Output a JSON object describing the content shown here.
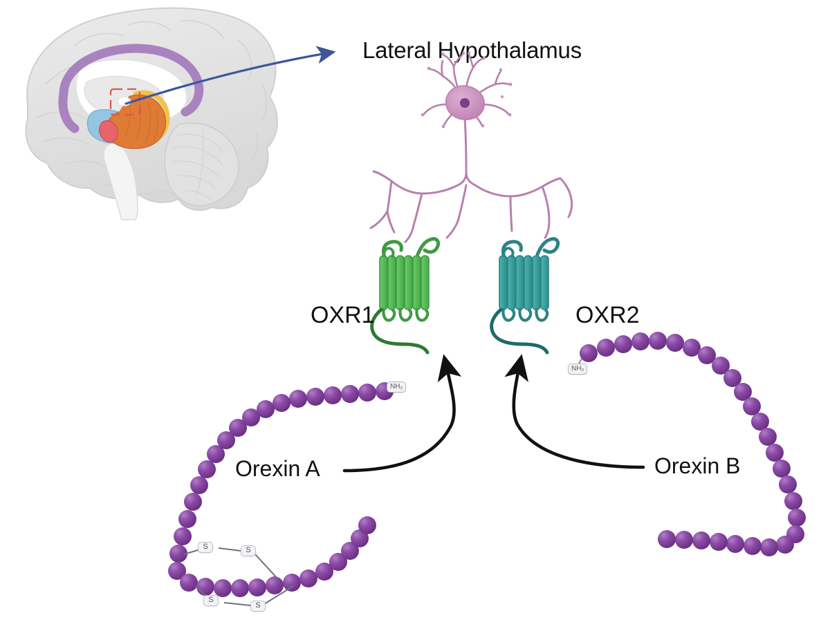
{
  "figure": {
    "title_label": "Lateral Hypothalamus",
    "background_color": "#ffffff"
  },
  "brain_inset": {
    "name": "mid-sagittal-brain-illustration",
    "pointer_label": "Lateral Hypothalamus",
    "pointer_color": "#3d5699",
    "highlight_box_color": "#e0554e",
    "structures": [
      {
        "name": "cortex",
        "color": "#e3e3e4"
      },
      {
        "name": "cingulate-gyrus",
        "color": "#a983c0"
      },
      {
        "name": "thalamus",
        "color": "#8fc4e2"
      },
      {
        "name": "amygdala",
        "color": "#e8636b"
      },
      {
        "name": "hippocampus",
        "color": "#e07b35"
      },
      {
        "name": "fornix",
        "color": "#f0c24a"
      },
      {
        "name": "brainstem",
        "color": "#f2f2f2"
      },
      {
        "name": "cerebellum",
        "color": "#e8e8e8"
      }
    ]
  },
  "neuron": {
    "name": "orexin-neuron",
    "soma_color": "#c98fbc",
    "nucleus_color": "#7c3f85",
    "process_color": "#b87fae"
  },
  "receptors": [
    {
      "id": "oxr1",
      "label": "OXR1",
      "body_color": "#5cbd5c",
      "helix_dark": "#3f9a42",
      "tail_color": "#2f7a33"
    },
    {
      "id": "oxr2",
      "label": "OXR2",
      "body_color": "#3fa3a0",
      "helix_dark": "#2d8482",
      "tail_color": "#1f6b69"
    }
  ],
  "peptides": [
    {
      "id": "orexin_a",
      "label": "Orexin A",
      "terminus_tag": "NH₂",
      "bead_color": "#7d3f96",
      "bead_highlight": "#a96fc0",
      "disulfide_tag": "S",
      "disulfide_bond_count": 2,
      "bead_count": 33
    },
    {
      "id": "orexin_b",
      "label": "Orexin B",
      "terminus_tag": "NH₂",
      "bead_color": "#7d3f96",
      "bead_highlight": "#a96fc0",
      "bead_count": 28
    }
  ],
  "arrows": [
    {
      "name": "orexin-a-to-oxr1-arrow",
      "from": "Orexin A",
      "to": "OXR1",
      "color": "#111111"
    },
    {
      "name": "orexin-b-to-oxr2-arrow",
      "from": "Orexin B",
      "to": "OXR2",
      "color": "#111111"
    },
    {
      "name": "hypothalamus-pointer-arrow",
      "from": "brain-inset",
      "to": "Lateral Hypothalamus",
      "color": "#3d5699"
    }
  ],
  "disulfide_tags": [
    {
      "label": "S"
    },
    {
      "label": "S"
    },
    {
      "label": "S"
    },
    {
      "label": "S"
    }
  ]
}
